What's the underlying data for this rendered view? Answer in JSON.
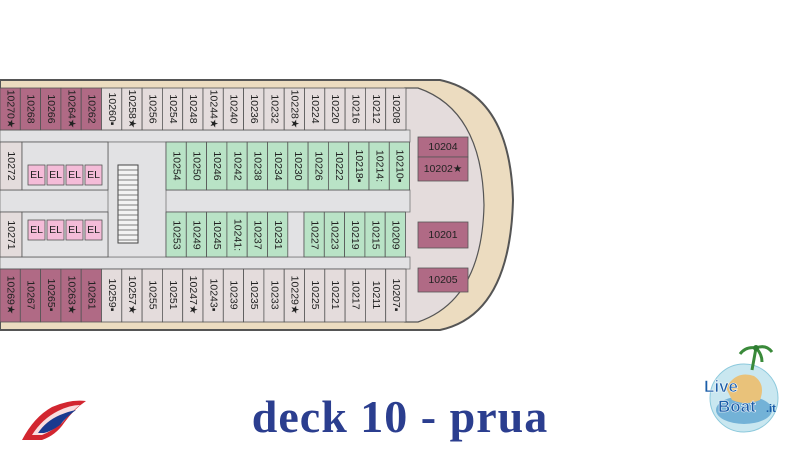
{
  "caption": "deck 10 - prua",
  "colors": {
    "hull": "#ecdcc0",
    "hull_stroke": "#555555",
    "corridor": "#e2e2e4",
    "inside_cabin": "#b9e3c6",
    "outside_cabin": "#e4dcdc",
    "suite": "#b06a85",
    "elevator": "#f4bcd8",
    "caption": "#2b3e8f"
  },
  "cabins": {
    "top_row": [
      "10270★",
      "10268",
      "10266",
      "10264★",
      "10262",
      "10260▪",
      "10258★",
      "10256",
      "10254",
      "10248",
      "10244★",
      "10240",
      "10236",
      "10232",
      "10228★",
      "10224",
      "10220",
      "10216",
      "10212",
      "10208"
    ],
    "bottom_row": [
      "10269★",
      "10267",
      "10265▪",
      "10263★",
      "10261",
      "10259▪",
      "10257★",
      "10255",
      "10251",
      "10247★",
      "10243▪",
      "10239",
      "10235",
      "10233",
      "10229★",
      "10225",
      "10221",
      "10217",
      "10211",
      "10207▪"
    ],
    "inner_top": [
      "10254",
      "10250",
      "10246",
      "10242",
      "10238",
      "10234",
      "10230",
      "10226",
      "10222",
      "10218▪",
      "10214:",
      "10210▪"
    ],
    "inner_bottom": [
      "10253",
      "10249",
      "10245",
      "10241:",
      "10237",
      "10231",
      "10227",
      "10223",
      "10219",
      "10215",
      "10209"
    ],
    "side_left_top": "10272",
    "side_left_bottom": "10271",
    "bow": [
      "10204",
      "10202★",
      "10201",
      "10205"
    ]
  },
  "elevators": [
    "EL",
    "EL",
    "EL",
    "EL"
  ],
  "logos": {
    "left": "carnival-funnel-logo",
    "right_text_1": "Live",
    "right_text_2": "Boat",
    "right_suffix": ".it"
  }
}
